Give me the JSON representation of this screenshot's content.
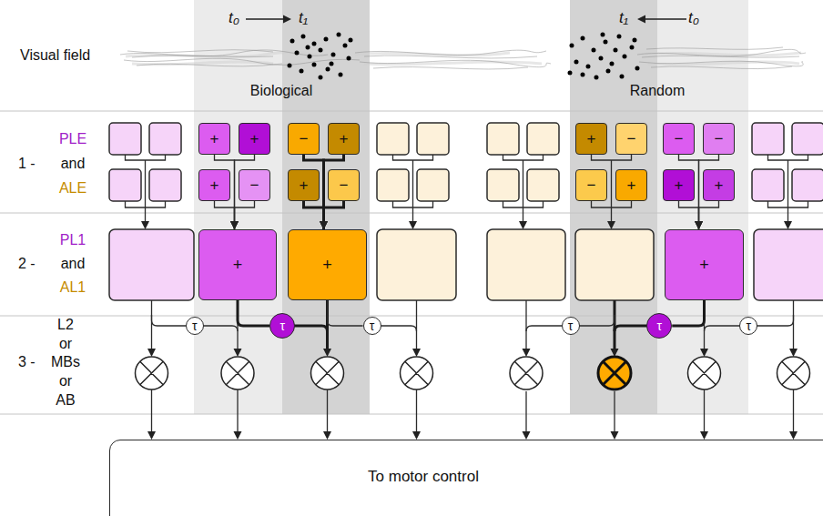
{
  "diagram": {
    "nodes": [
      {
        "text": [
          "+"
        ]
      },
      {
        "text": [
          "+"
        ]
      },
      {
        "text": [
          "−"
        ]
      },
      {
        "text": [
          "+"
        ]
      },
      {
        "text": [
          "+"
        ]
      },
      {
        "text": [
          "−"
        ]
      },
      {
        "text": [
          "−"
        ]
      },
      {
        "text": [
          "−"
        ]
      },
      {
        "text": [
          "+"
        ]
      },
      {
        "text": [
          "−"
        ]
      },
      {
        "text": [
          "+"
        ]
      },
      {
        "text": [
          "−"
        ]
      },
      {
        "text": [
          "−"
        ]
      },
      {
        "text": [
          "+"
        ]
      },
      {
        "text": [
          "+"
        ]
      },
      {
        "text": [
          "+"
        ]
      },
      {
        "text": [
          "+"
        ]
      },
      {
        "text": [
          "+"
        ]
      },
      {
        "text": [
          "+"
        ]
      },
      {
        "text": [
          "τ"
        ]
      },
      {
        "text": [
          "τ"
        ]
      },
      {
        "text": [
          "τ"
        ]
      },
      {
        "text": [
          "τ"
        ]
      },
      {
        "text": [
          "τ"
        ]
      },
      {
        "text": [
          "τ"
        ]
      },
      {
        "text": [
          "To motor control"
        ]
      }
    ],
    "edges": [
      {
        "from": 0,
        "to": 16,
        "arrow": "to"
      },
      {
        "from": 1,
        "to": 16,
        "arrow": "to"
      },
      {
        "from": 8,
        "to": 16,
        "arrow": "to"
      },
      {
        "from": 9,
        "to": 16,
        "arrow": "to"
      },
      {
        "from": 2,
        "to": 17,
        "arrow": "to"
      },
      {
        "from": 3,
        "to": 17,
        "arrow": "to"
      },
      {
        "from": 10,
        "to": 17,
        "arrow": "to"
      },
      {
        "from": 11,
        "to": 17,
        "arrow": "to"
      },
      {
        "from": 6,
        "to": 18,
        "arrow": "to"
      },
      {
        "from": 7,
        "to": 18,
        "arrow": "to"
      },
      {
        "from": 14,
        "to": 18,
        "arrow": "to"
      },
      {
        "from": 15,
        "to": 18,
        "arrow": "to"
      },
      {
        "from": 16,
        "to": 20,
        "arrow": "none"
      },
      {
        "from": 17,
        "to": 21,
        "arrow": "none"
      },
      {
        "from": 18,
        "to": 23,
        "arrow": "none"
      }
    ],
    "labels": [
      "t₀",
      "t₁",
      "t₁",
      "t₀",
      "Visual field",
      "Biological",
      "Random",
      "PLE",
      "1 -",
      "and",
      "ALE",
      "PL1",
      "2 -",
      "and",
      "AL1",
      "L2",
      "or",
      "3 -",
      "MBs",
      "or",
      "AB"
    ]
  }
}
